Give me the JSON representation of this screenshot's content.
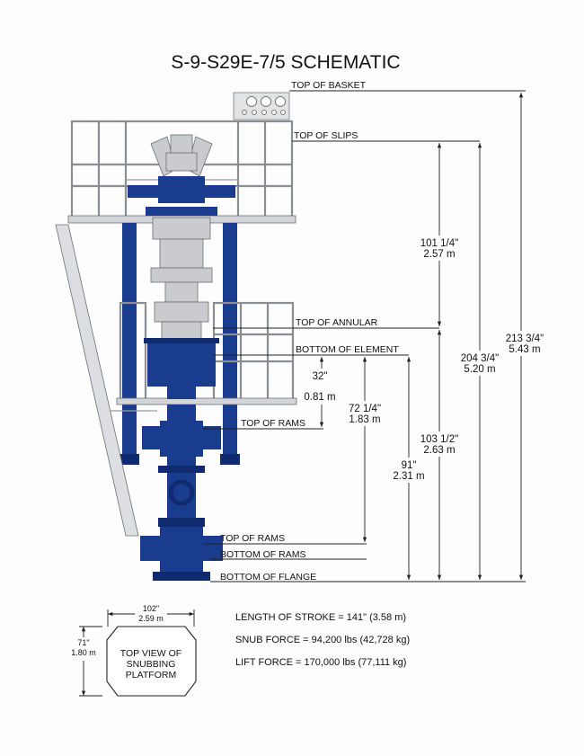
{
  "title": "S-9-S29E-7/5 SCHEMATIC",
  "levels": {
    "top_of_basket": "TOP OF BASKET",
    "top_of_slips": "TOP OF SLIPS",
    "top_of_annular": "TOP OF ANNULAR",
    "bottom_of_element": "BOTTOM OF ELEMENT",
    "top_of_rams_upper": "TOP OF RAMS",
    "top_of_rams_lower": "TOP OF RAMS",
    "bottom_of_rams": "BOTTOM OF RAMS",
    "bottom_of_flange": "BOTTOM OF FLANGE"
  },
  "dimensions": {
    "slips_to_annular": {
      "in": "101 1/4\"",
      "m": "2.57 m"
    },
    "element_to_rams": {
      "in": "32\"",
      "m": "0.81 m"
    },
    "element_to_lower_rams": {
      "in": "72 1/4\"",
      "m": "1.83 m"
    },
    "element_to_flange": {
      "in": "91\"",
      "m": "2.31 m"
    },
    "annular_to_flange": {
      "in": "103 1/2\"",
      "m": "2.63 m"
    },
    "slips_to_flange": {
      "in": "204 3/4\"",
      "m": "5.20 m"
    },
    "basket_to_flange": {
      "in": "213 3/4\"",
      "m": "5.43 m"
    }
  },
  "top_view": {
    "width_in": "102\"",
    "width_m": "2.59 m",
    "depth_in": "71\"",
    "depth_m": "1.80 m",
    "label_line1": "TOP VIEW OF",
    "label_line2": "SNUBBING",
    "label_line3": "PLATFORM"
  },
  "specs": {
    "stroke": "LENGTH OF STROKE = 141\" (3.58 m)",
    "snub": "SNUB FORCE =  94,200 lbs (42,728 kg)",
    "lift": "LIFT FORCE =  170,000 lbs (77,111 kg)"
  },
  "colors": {
    "steel_blue": "#1a3c8f",
    "frame_grey": "#c9cbce"
  }
}
